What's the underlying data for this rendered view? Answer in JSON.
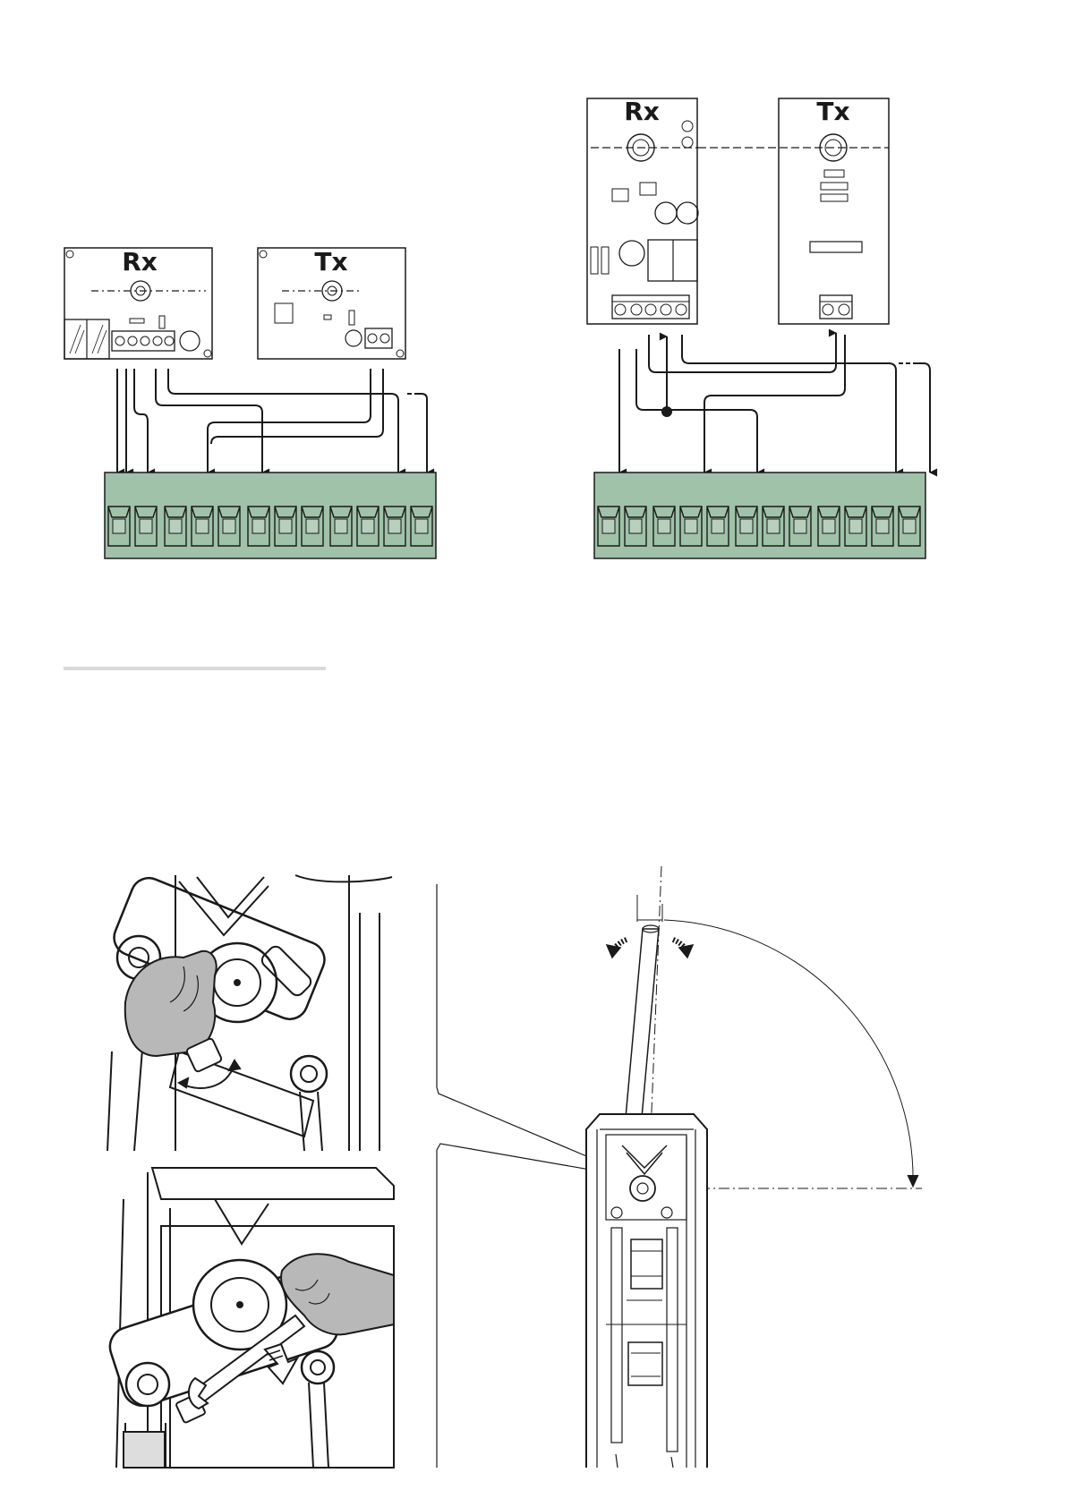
{
  "diagram_left": {
    "rx_label": "Rx",
    "tx_label": "Tx",
    "terminal_count": 12
  },
  "diagram_right": {
    "rx_label": "Rx",
    "tx_label": "Tx",
    "terminal_count": 12
  },
  "colors": {
    "terminal_block": "#9fc2a8",
    "terminal_slot": "#b9cfbe",
    "line": "#1a1a1a",
    "separator": "#d9d9d9"
  },
  "icons": [
    "wrench-icon",
    "rotation-arrow-icon",
    "down-arrow-icon",
    "glove-hand-icon"
  ]
}
